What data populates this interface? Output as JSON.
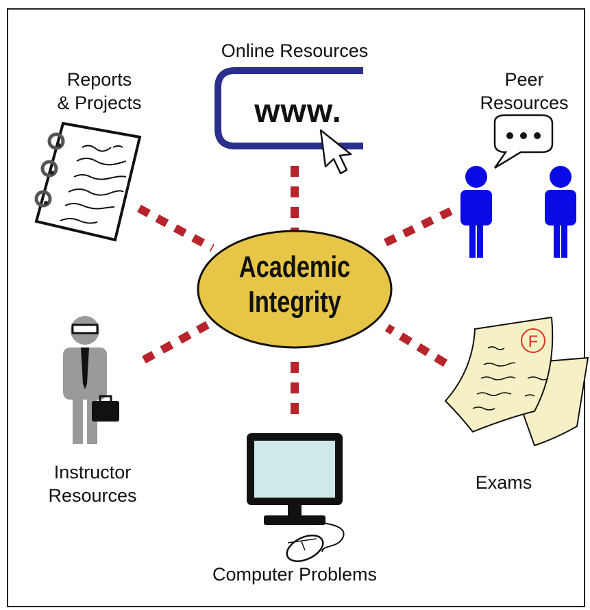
{
  "center": {
    "line1": "Academic",
    "line2": "Integrity"
  },
  "nodes": {
    "online": {
      "label": "Online Resources",
      "www": "www."
    },
    "reports": {
      "line1": "Reports",
      "line2": "& Projects"
    },
    "peer": {
      "line1": "Peer",
      "line2": "Resources",
      "speech": "..."
    },
    "instructor": {
      "line1": "Instructor",
      "line2": "Resources"
    },
    "exams": {
      "label": "Exams",
      "grade": "F"
    },
    "computer": {
      "label": "Computer Problems"
    }
  },
  "colors": {
    "hub_fill": "#E6C547",
    "connector": "#B5252B",
    "peer_figure": "#0A0AE6",
    "instructor_figure": "#9A9A9A",
    "browser_frame": "#2B2F8C",
    "monitor_screen": "#CFE9EA",
    "exam_paper": "#F6F0C6",
    "grade_mark": "#E0301E"
  },
  "icons": [
    "web-browser-icon",
    "notebook-icon",
    "people-icon",
    "instructor-icon",
    "exam-paper-icon",
    "computer-icon"
  ]
}
